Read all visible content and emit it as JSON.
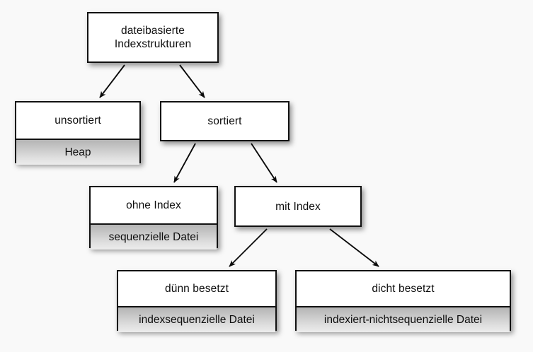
{
  "diagram": {
    "title": "dateibasierte Indexstrukturen",
    "language": "de",
    "background_color": "#f9f9f9",
    "node_border_color": "#111111",
    "node_fill_color": "#ffffff",
    "subnode_fill_color": "#c9c9c9",
    "text_color": "#0d0d0d"
  },
  "nodes": {
    "root": {
      "label": "dateibasierte\nIndexstrukturen",
      "sub": ""
    },
    "unsortiert": {
      "label": "unsortiert",
      "sub": "Heap"
    },
    "sortiert": {
      "label": "sortiert",
      "sub": ""
    },
    "ohne_index": {
      "label": "ohne Index",
      "sub": "sequenzielle Datei"
    },
    "mit_index": {
      "label": "mit Index",
      "sub": ""
    },
    "duenn_besetzt": {
      "label": "dünn besetzt",
      "sub": "indexsequenzielle Datei"
    },
    "dicht_besetzt": {
      "label": "dicht besetzt",
      "sub": "indexiert-nichtsequenzielle Datei"
    }
  },
  "edges": [
    {
      "from": "root",
      "to": "unsortiert"
    },
    {
      "from": "root",
      "to": "sortiert"
    },
    {
      "from": "sortiert",
      "to": "ohne_index"
    },
    {
      "from": "sortiert",
      "to": "mit_index"
    },
    {
      "from": "mit_index",
      "to": "duenn_besetzt"
    },
    {
      "from": "mit_index",
      "to": "dicht_besetzt"
    }
  ]
}
